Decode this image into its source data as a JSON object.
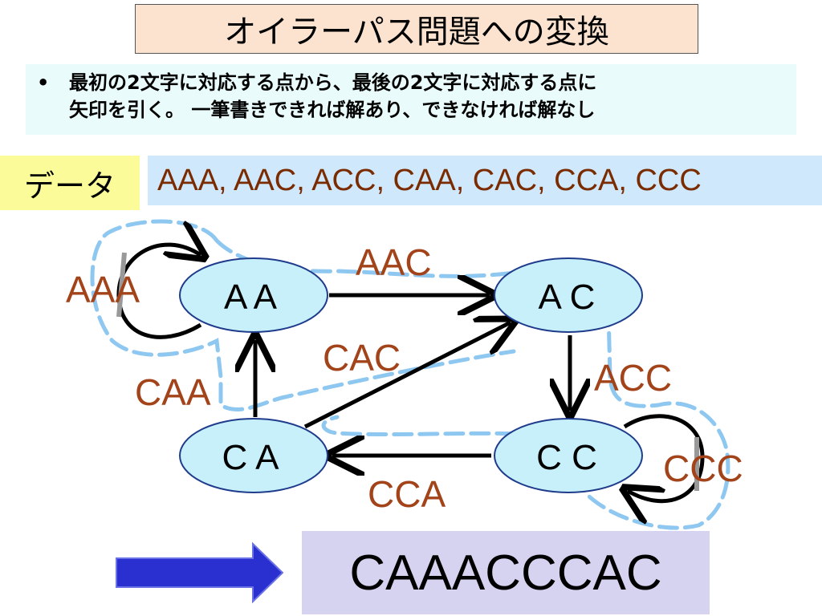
{
  "title": "オイラーパス問題への変換",
  "bullet": {
    "marker": "•",
    "line1": "最初の2文字に対応する点から、最後の2文字に対応する点に",
    "line2": "矢印を引く。 一筆書きできれば解あり、できなければ解なし"
  },
  "data_label": "データ",
  "data_values": "AAA, AAC, ACC, CAA, CAC, CCA, CCC",
  "nodes": {
    "aa": "A A",
    "ac": "A C",
    "ca": "C A",
    "cc": "C C"
  },
  "edges": {
    "aaa": "AAA",
    "aac": "AAC",
    "acc": "ACC",
    "caa": "CAA",
    "cac": "CAC",
    "cca": "CCA",
    "ccc": "CCC"
  },
  "result": "CAAACCCAC",
  "colors": {
    "node_fill": "#c8f0fa",
    "node_stroke": "#1f3c8c",
    "edge_label": "#a3431a",
    "path_dash": "#8ec7f0",
    "arrow_fill": "#2a2fd0"
  }
}
